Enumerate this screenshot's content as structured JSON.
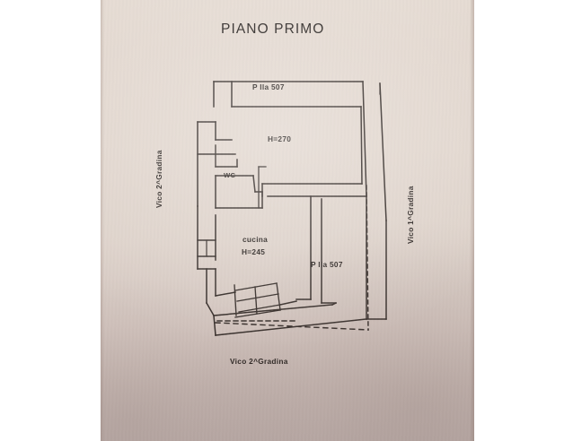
{
  "document": {
    "title": "PIANO PRIMO",
    "kind": "architectural-floor-plan",
    "media": "photograph of printed cadastral plan"
  },
  "colors": {
    "paper_light": "#e4d9d0",
    "paper_dark": "#bdaeaa",
    "ink": "#2b2522",
    "letterbox": "#ffffff"
  },
  "labels": {
    "title": "PIANO PRIMO",
    "parcel_top": "P lla 507",
    "parcel_right": "P lla 507",
    "height_main": "H=270",
    "room_wc": "WC",
    "room_kitchen": "cucina",
    "height_kitchen": "H=245",
    "street_left": "Vico 2^Gradina",
    "street_right": "Vico 1^Gradina",
    "street_bottom": "Vico 2^Gradina"
  },
  "rooms": [
    {
      "name": "WC",
      "label": "WC",
      "height": null
    },
    {
      "name": "main-room",
      "label": "",
      "height": "H=270"
    },
    {
      "name": "cucina",
      "label": "cucina",
      "height": "H=245"
    }
  ],
  "annotations": [
    {
      "name": "parcel-number-top",
      "text": "P lla 507"
    },
    {
      "name": "parcel-number-right",
      "text": "P lla 507"
    },
    {
      "name": "street-name-left",
      "text": "Vico 2^Gradina",
      "orientation": "vertical"
    },
    {
      "name": "street-name-right",
      "text": "Vico 1^Gradina",
      "orientation": "vertical"
    },
    {
      "name": "street-name-bottom",
      "text": "Vico 2^Gradina",
      "orientation": "horizontal"
    }
  ],
  "features": {
    "staircase": "steps hatching at lower centre",
    "door_symbol": "door swing / opening mark on upper left wall",
    "property_line": "dashed boundary on right and lower right"
  }
}
